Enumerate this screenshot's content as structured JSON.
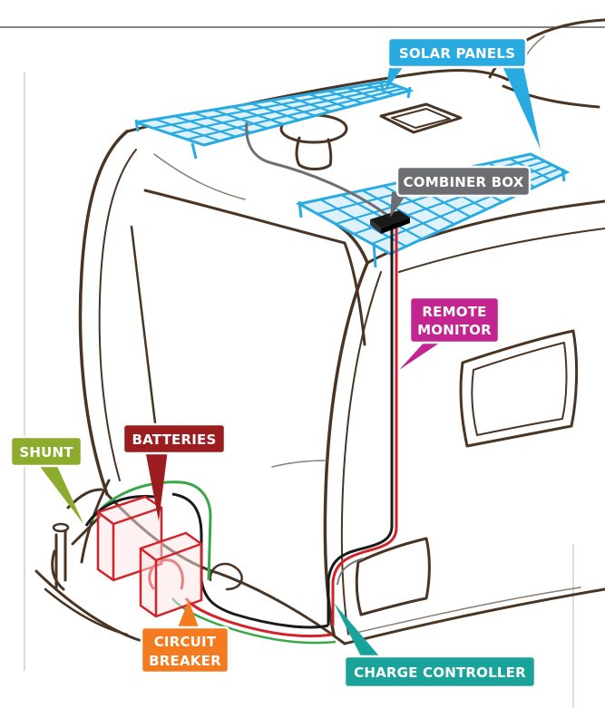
{
  "labels": {
    "solar_panels": "SOLAR PANELS",
    "combiner_box": "COMBINER BOX",
    "remote_monitor_line1": "REMOTE",
    "remote_monitor_line2": "MONITOR",
    "shunt": "SHUNT",
    "batteries": "BATTERIES",
    "circuit_breaker_line1": "CIRCUIT",
    "circuit_breaker_line2": "BREAKER",
    "charge_controller": "CHARGE CONTROLLER"
  },
  "colors": {
    "solar_panels": "#29abe2",
    "combiner_box": "#6d6e71",
    "remote_monitor": "#c2258f",
    "shunt": "#8dab2d",
    "batteries": "#9b1d20",
    "circuit_breaker": "#f47b20",
    "charge_controller": "#1aa39a",
    "outline": "#4a3423",
    "wire_red": "#d2232a",
    "wire_black": "#1a1a1a",
    "wire_green": "#3aa64a"
  }
}
